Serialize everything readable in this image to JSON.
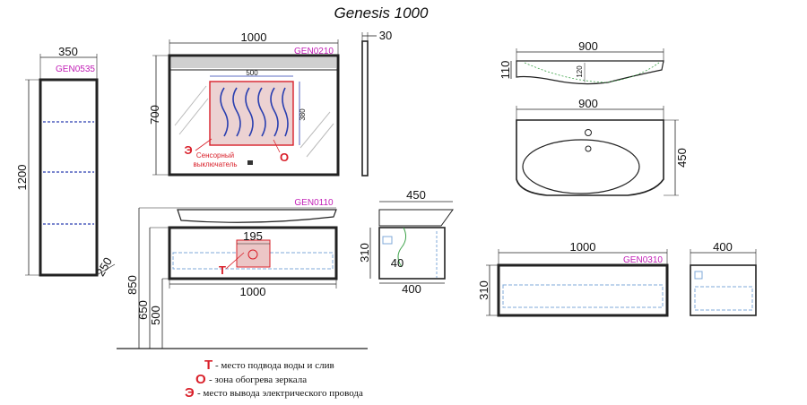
{
  "title": "Genesis 1000",
  "pencil_case": {
    "code": "GEN0535",
    "width": "350",
    "height": "1200",
    "depth": "250"
  },
  "mirror": {
    "code": "GEN0210",
    "width": "1000",
    "height": "700",
    "depth": "30",
    "heat_width": "500",
    "heat_height": "380",
    "sensor_label_1": "Сенсорный",
    "sensor_label_2": "выключатель",
    "mark_e": "Э",
    "mark_o": "O"
  },
  "vanity": {
    "code": "GEN0110",
    "width": "1000",
    "tap_offset": "195",
    "mark_t": "Т",
    "h_850": "850",
    "h_650": "650",
    "h_500": "500"
  },
  "vanity_side": {
    "width_top": "450",
    "width_bottom": "400",
    "height": "310",
    "pipe": "40"
  },
  "basin": {
    "width_top": "900",
    "depth_side": "110",
    "inner_depth": "120",
    "width_plan": "900",
    "depth_plan": "450"
  },
  "cabinet": {
    "code": "GEN0310",
    "width": "1000",
    "height": "310",
    "side_width": "400"
  },
  "legend": [
    {
      "mark": "Т",
      "text": "- место подвода воды и слив"
    },
    {
      "mark": "О",
      "text": "- зона обогрева зеркала"
    },
    {
      "mark": "Э",
      "text": "- место вывода электрического провода"
    }
  ]
}
